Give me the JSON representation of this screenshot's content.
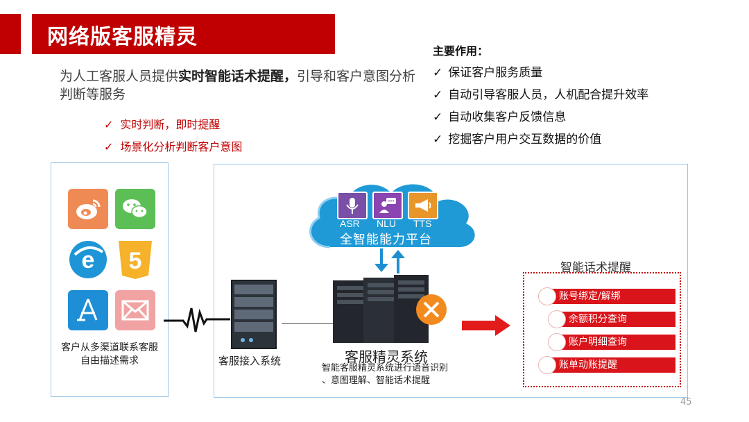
{
  "slide": {
    "title": "网络版客服精灵",
    "intro_part1": "为人工客服人员提供",
    "intro_bold": "实时智能话术提醒，",
    "intro_part2": "引导和客户意图分析判断等服务",
    "features": [
      "实时判断，即时提醒",
      "场景化分析判断客户意图"
    ],
    "check_mark": "✓",
    "main_role_title": "主要作用：",
    "main_roles": [
      "保证客户服务质量",
      "自动引导客服人员，人机配合提升效率",
      "自动收集客户反馈信息",
      "挖掘客户用户交互数据的价值"
    ],
    "page_number": "45"
  },
  "diagram": {
    "left_caption": "客户从多渠道联系客服\n自由描述需求",
    "channel_icons": [
      "weibo-icon",
      "wechat-icon",
      "ie-browser-icon",
      "html5-icon",
      "app-store-icon",
      "mail-icon"
    ],
    "server_caption": "客服接入系统",
    "cloud": {
      "items": [
        {
          "label": "ASR",
          "icon": "microphone-icon",
          "color": "#7a4fa8"
        },
        {
          "label": "NLU",
          "icon": "speech-person-icon",
          "color": "#8a45b0"
        },
        {
          "label": "TTS",
          "icon": "megaphone-icon",
          "color": "#e8952a"
        }
      ],
      "platform_label": "全智能能力平台"
    },
    "system_title": "客服精灵系统",
    "system_desc": "智能客服精灵系统进行语音识别\n、意图理解、智能话术提醒",
    "reminder_title": "智能话术提醒",
    "reminders": [
      "账号绑定/解绑",
      "余额积分查询",
      "账户明细查询",
      "账单动账提醒"
    ],
    "colors": {
      "brand_red": "#c00000",
      "pill_red": "#d9141a",
      "cloud_blue": "#1f9ad6",
      "panel_border": "#9cc6e8"
    }
  }
}
